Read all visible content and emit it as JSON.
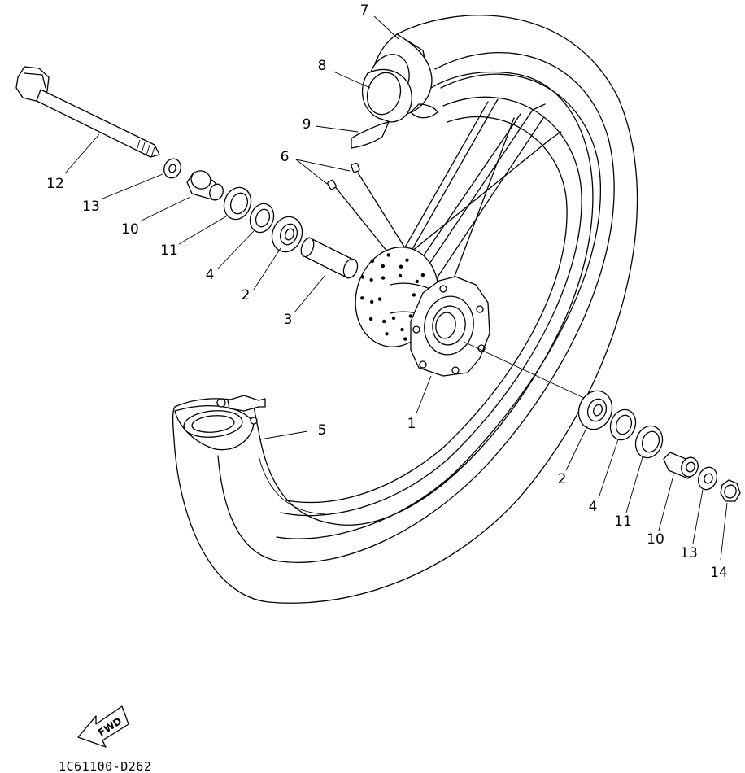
{
  "diagram": {
    "drawing_code": "1C61100-D262",
    "direction_marker": "FWD",
    "callouts": [
      {
        "id": "c1",
        "number": "1"
      },
      {
        "id": "c2a",
        "number": "2"
      },
      {
        "id": "c2b",
        "number": "2"
      },
      {
        "id": "c3",
        "number": "3"
      },
      {
        "id": "c4a",
        "number": "4"
      },
      {
        "id": "c4b",
        "number": "4"
      },
      {
        "id": "c5",
        "number": "5"
      },
      {
        "id": "c6",
        "number": "6"
      },
      {
        "id": "c7",
        "number": "7"
      },
      {
        "id": "c8",
        "number": "8"
      },
      {
        "id": "c9",
        "number": "9"
      },
      {
        "id": "c10a",
        "number": "10"
      },
      {
        "id": "c10b",
        "number": "10"
      },
      {
        "id": "c11a",
        "number": "11"
      },
      {
        "id": "c11b",
        "number": "11"
      },
      {
        "id": "c12",
        "number": "12"
      },
      {
        "id": "c13a",
        "number": "13"
      },
      {
        "id": "c13b",
        "number": "13"
      },
      {
        "id": "c14",
        "number": "14"
      }
    ]
  }
}
